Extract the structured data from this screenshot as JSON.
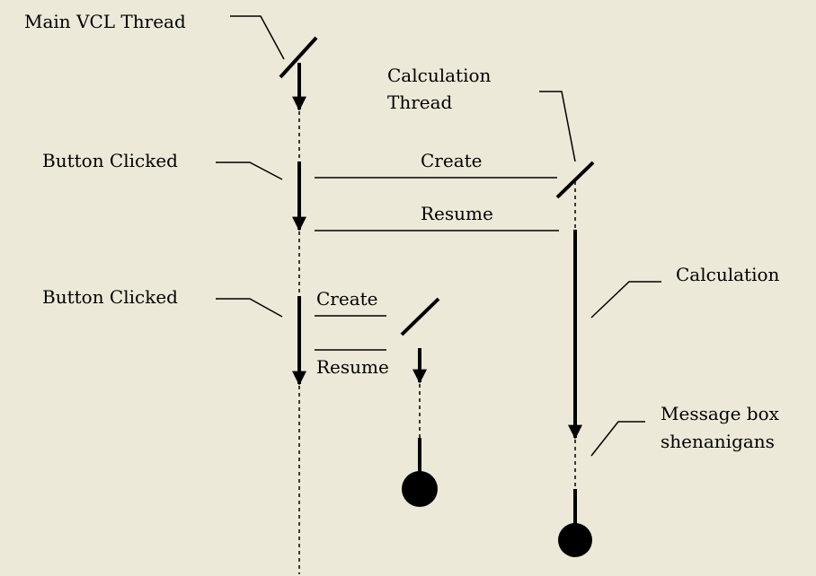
{
  "labels": {
    "main_thread": "Main VCL Thread",
    "calc_thread_line1": "Calculation",
    "calc_thread_line2": "Thread",
    "button_clicked_1": "Button Clicked",
    "button_clicked_2": "Button Clicked",
    "create_1": "Create",
    "resume_1": "Resume",
    "create_2": "Create",
    "resume_2": "Resume",
    "calculation": "Calculation",
    "msgbox_line1": "Message box",
    "msgbox_line2": "shenanigans"
  },
  "colors": {
    "background": "#ECE9D8",
    "ink": "#000000"
  }
}
